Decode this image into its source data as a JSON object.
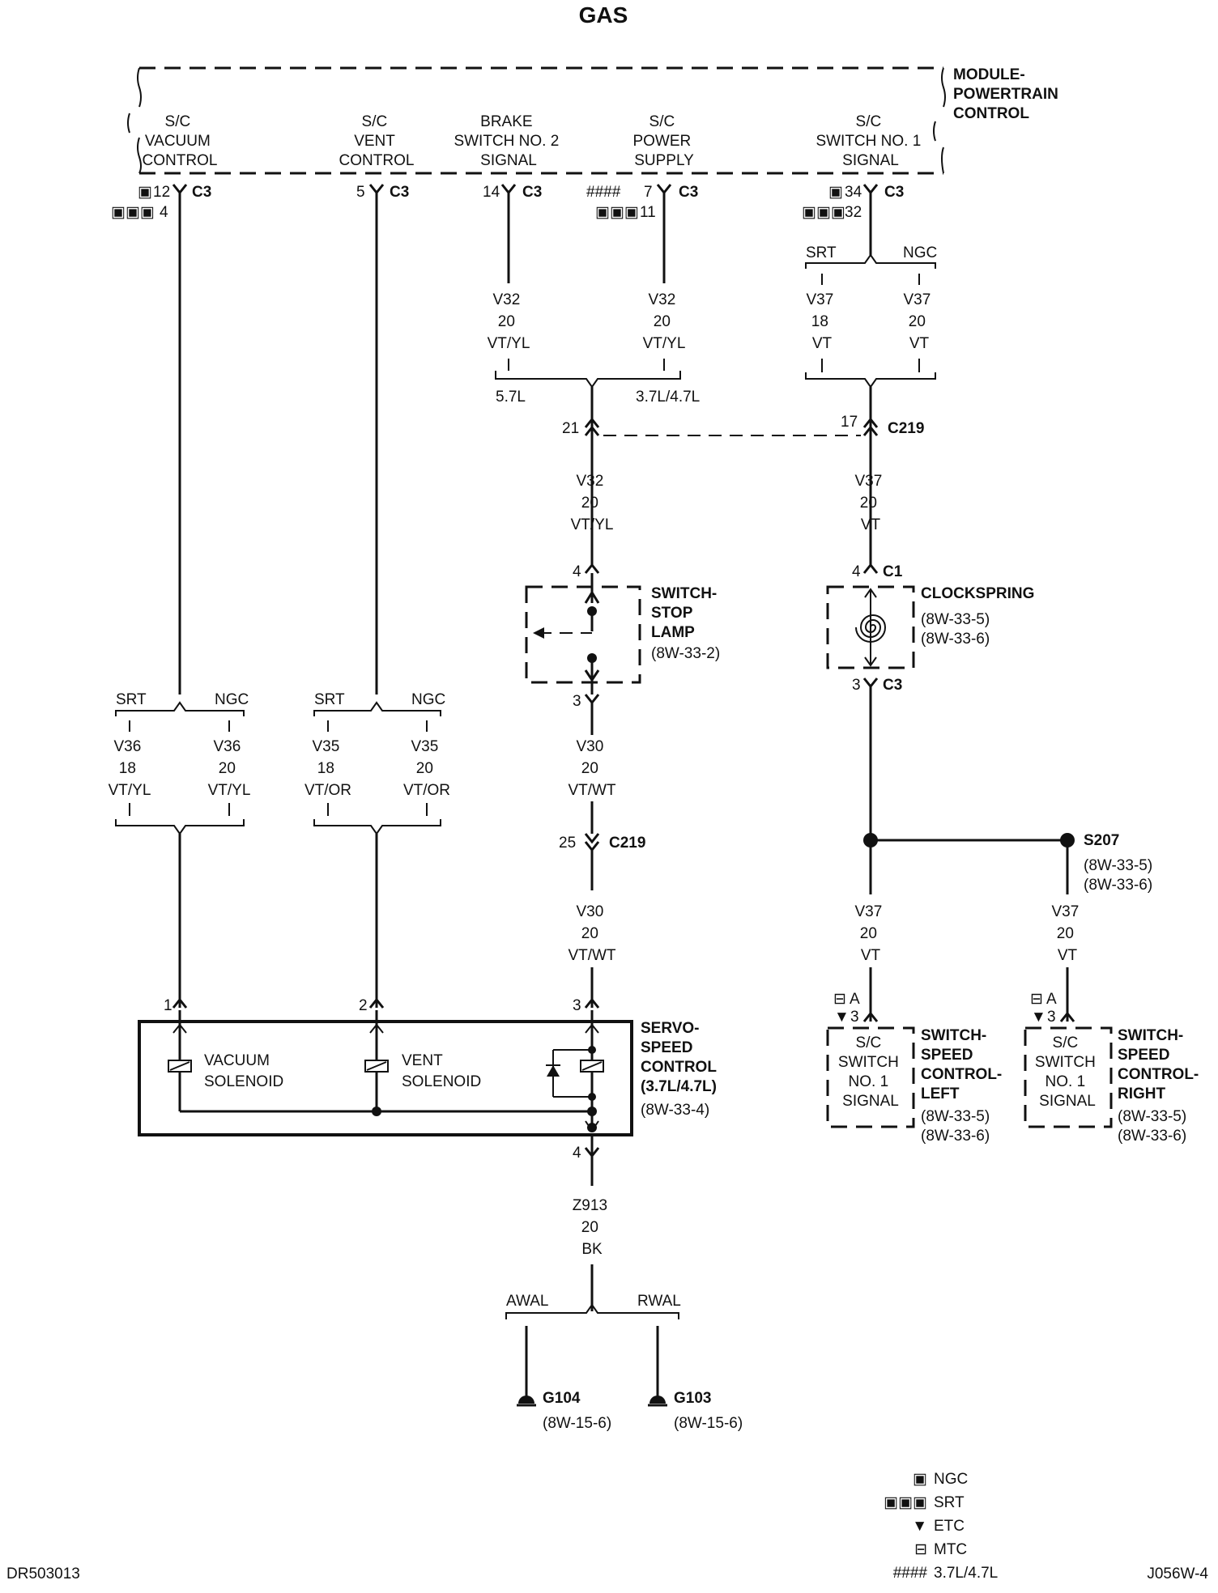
{
  "title": "GAS",
  "pcm": {
    "name": [
      "MODULE-",
      "POWERTRAIN",
      "CONTROL"
    ],
    "circuits": [
      [
        "S/C",
        "VACUUM",
        "CONTROL"
      ],
      [
        "S/C",
        "VENT",
        "CONTROL"
      ],
      [
        "BRAKE",
        "SWITCH NO. 2",
        "SIGNAL"
      ],
      [
        "S/C",
        "POWER",
        "SUPPLY"
      ],
      [
        "S/C",
        "SWITCH NO. 1",
        "SIGNAL"
      ]
    ],
    "pins": {
      "vac_a": "12",
      "vac_b": "4",
      "vent": "5",
      "brake": "14",
      "pwr_a": "7",
      "pwr_b": "11",
      "sw1_a": "34",
      "sw1_b": "32",
      "connector": "C3"
    }
  },
  "wires": {
    "v32": [
      "V32",
      "20",
      "VT/YL"
    ],
    "v37_18": [
      "V37",
      "18",
      "VT"
    ],
    "v37_20": [
      "V37",
      "20",
      "VT"
    ],
    "v36_18": [
      "V36",
      "18",
      "VT/YL"
    ],
    "v36_20": [
      "V36",
      "20",
      "VT/YL"
    ],
    "v35_18": [
      "V35",
      "18",
      "VT/OR"
    ],
    "v35_20": [
      "V35",
      "20",
      "VT/OR"
    ],
    "v30": [
      "V30",
      "20",
      "VT/WT"
    ],
    "z913": [
      "Z913",
      "20",
      "BK"
    ]
  },
  "branches": {
    "srt": "SRT",
    "ngc": "NGC",
    "l57": "5.7L",
    "l3747": "3.7L/4.7L",
    "awal": "AWAL",
    "rwal": "RWAL"
  },
  "connectors": {
    "c219": "C219",
    "c219_pin21": "21",
    "c219_pin17": "17",
    "c219_pin25": "25",
    "c1": "C1",
    "c1_pin": "4",
    "c3": "C3",
    "c3_pin": "3",
    "stop_in": "4",
    "stop_out": "3",
    "servo_1": "1",
    "servo_2": "2",
    "servo_3": "3",
    "servo_4": "4",
    "sw_pin_a": "A",
    "sw_pin_3": "3"
  },
  "components": {
    "stop_lamp": [
      "SWITCH-",
      "STOP",
      "LAMP"
    ],
    "stop_lamp_ref": "(8W-33-2)",
    "clockspring": "CLOCKSPRING",
    "clockspring_ref": [
      "(8W-33-5)",
      "(8W-33-6)"
    ],
    "splice": "S207",
    "splice_ref": [
      "(8W-33-5)",
      "(8W-33-6)"
    ],
    "servo": [
      "SERVO-",
      "SPEED",
      "CONTROL",
      "(3.7L/4.7L)"
    ],
    "servo_ref": "(8W-33-4)",
    "vacuum_solenoid": [
      "VACUUM",
      "SOLENOID"
    ],
    "vent_solenoid": [
      "VENT",
      "SOLENOID"
    ],
    "switch_inner": [
      "S/C",
      "SWITCH",
      "NO. 1",
      "SIGNAL"
    ],
    "switch_left": [
      "SWITCH-",
      "SPEED",
      "CONTROL-",
      "LEFT"
    ],
    "switch_right": [
      "SWITCH-",
      "SPEED",
      "CONTROL-",
      "RIGHT"
    ],
    "switch_ref": [
      "(8W-33-5)",
      "(8W-33-6)"
    ],
    "g104": "G104",
    "g103": "G103",
    "ground_ref": "(8W-15-6)"
  },
  "legend": [
    {
      "symbol": "▣",
      "label": "NGC"
    },
    {
      "symbol": "▣▣▣",
      "label": "SRT"
    },
    {
      "symbol": "▼",
      "label": "ETC"
    },
    {
      "symbol": "⊟",
      "label": "MTC"
    },
    {
      "symbol": "####",
      "label": "3.7L/4.7L"
    }
  ],
  "symbols": {
    "ngc": "▣",
    "srt": "▣▣▣",
    "etc": "▼",
    "mtc": "⊟",
    "l3747": "####"
  },
  "footer": {
    "left": "DR503013",
    "right": "J056W-4"
  }
}
